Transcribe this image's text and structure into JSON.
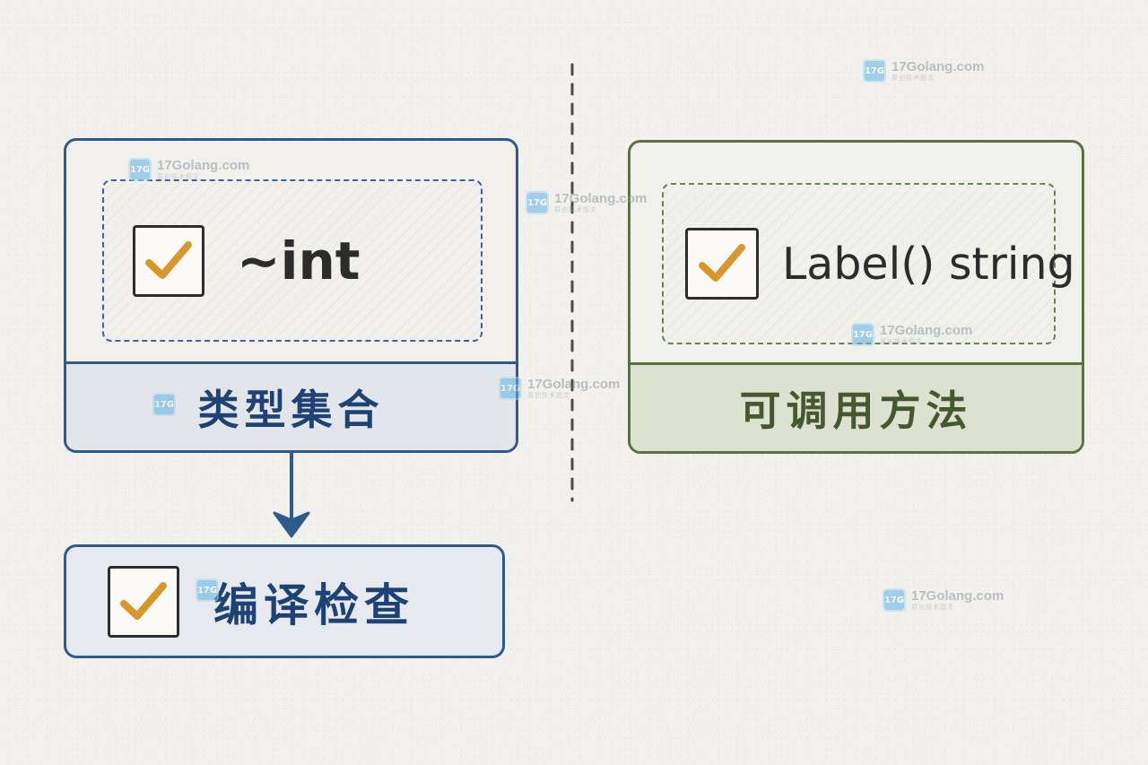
{
  "type_set_card": {
    "constraint": "~int",
    "footer_label": "类型集合"
  },
  "methods_card": {
    "constraint": "Label() string",
    "footer_label": "可调用方法"
  },
  "compile_card": {
    "label": "编译检查"
  },
  "watermark": {
    "logo_text": "17G",
    "site": "17Golang.com",
    "tagline": "原创技术图文"
  },
  "colors": {
    "left_accent": "#2f5a8f",
    "right_accent": "#5d7045",
    "check_mark": "#d9962b",
    "background": "#f3f1ed"
  }
}
